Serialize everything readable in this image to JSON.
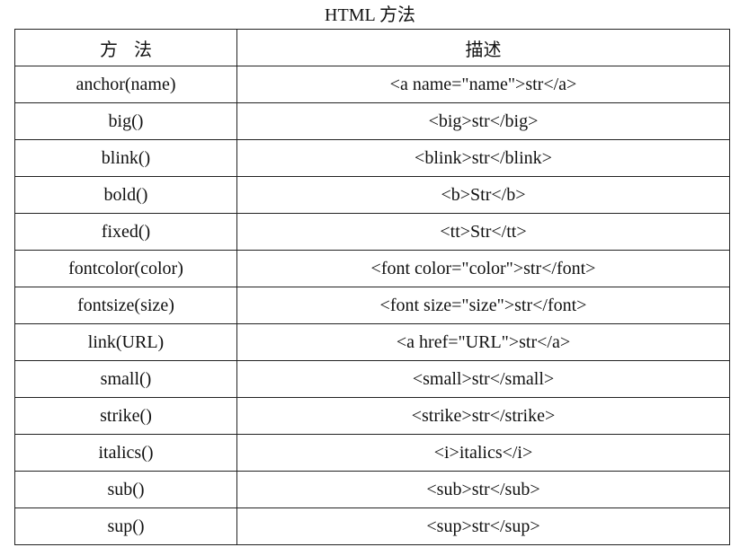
{
  "caption": "HTML 方法",
  "table": {
    "headers": [
      "方法",
      "描述"
    ],
    "rows": [
      [
        "anchor(name)",
        "<a name=\"name\">str</a>"
      ],
      [
        "big()",
        "<big>str</big>"
      ],
      [
        "blink()",
        "<blink>str</blink>"
      ],
      [
        "bold()",
        "<b>Str</b>"
      ],
      [
        "fixed()",
        "<tt>Str</tt>"
      ],
      [
        "fontcolor(color)",
        "<font color=\"color\">str</font>"
      ],
      [
        "fontsize(size)",
        "<font size=\"size\">str</font>"
      ],
      [
        "link(URL)",
        "<a href=\"URL\">str</a>"
      ],
      [
        "small()",
        "<small>str</small>"
      ],
      [
        "strike()",
        "<strike>str</strike>"
      ],
      [
        "italics()",
        "<i>italics</i>"
      ],
      [
        "sub()",
        "<sub>str</sub>"
      ],
      [
        "sup()",
        "<sup>str</sup>"
      ]
    ]
  }
}
